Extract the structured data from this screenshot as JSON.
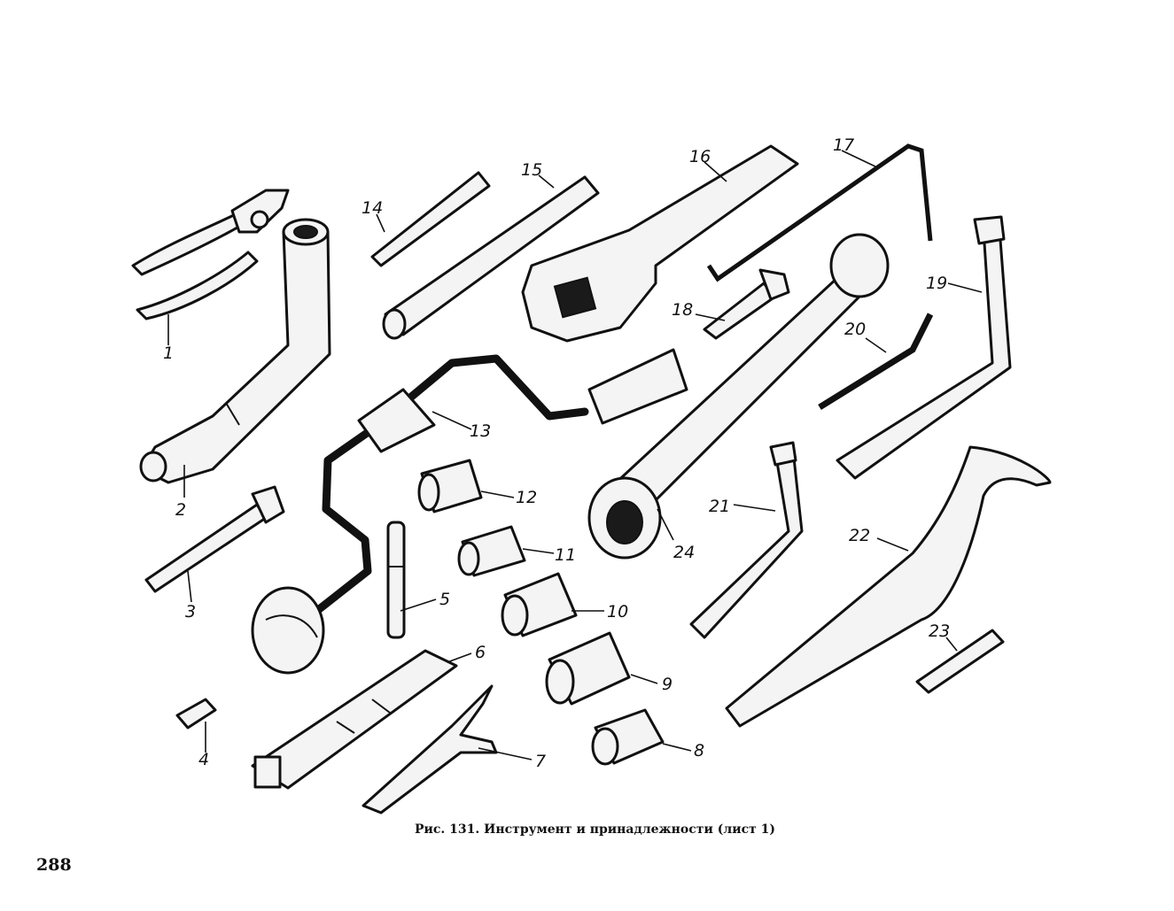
{
  "figure": {
    "caption": "Рис. 131. Инструмент и принадлежности (лист 1)",
    "page_number": "288"
  },
  "labels": [
    "1",
    "2",
    "3",
    "4",
    "5",
    "6",
    "7",
    "8",
    "9",
    "10",
    "11",
    "12",
    "13",
    "14",
    "15",
    "16",
    "17",
    "18",
    "19",
    "20",
    "21",
    "22",
    "23",
    "24"
  ]
}
